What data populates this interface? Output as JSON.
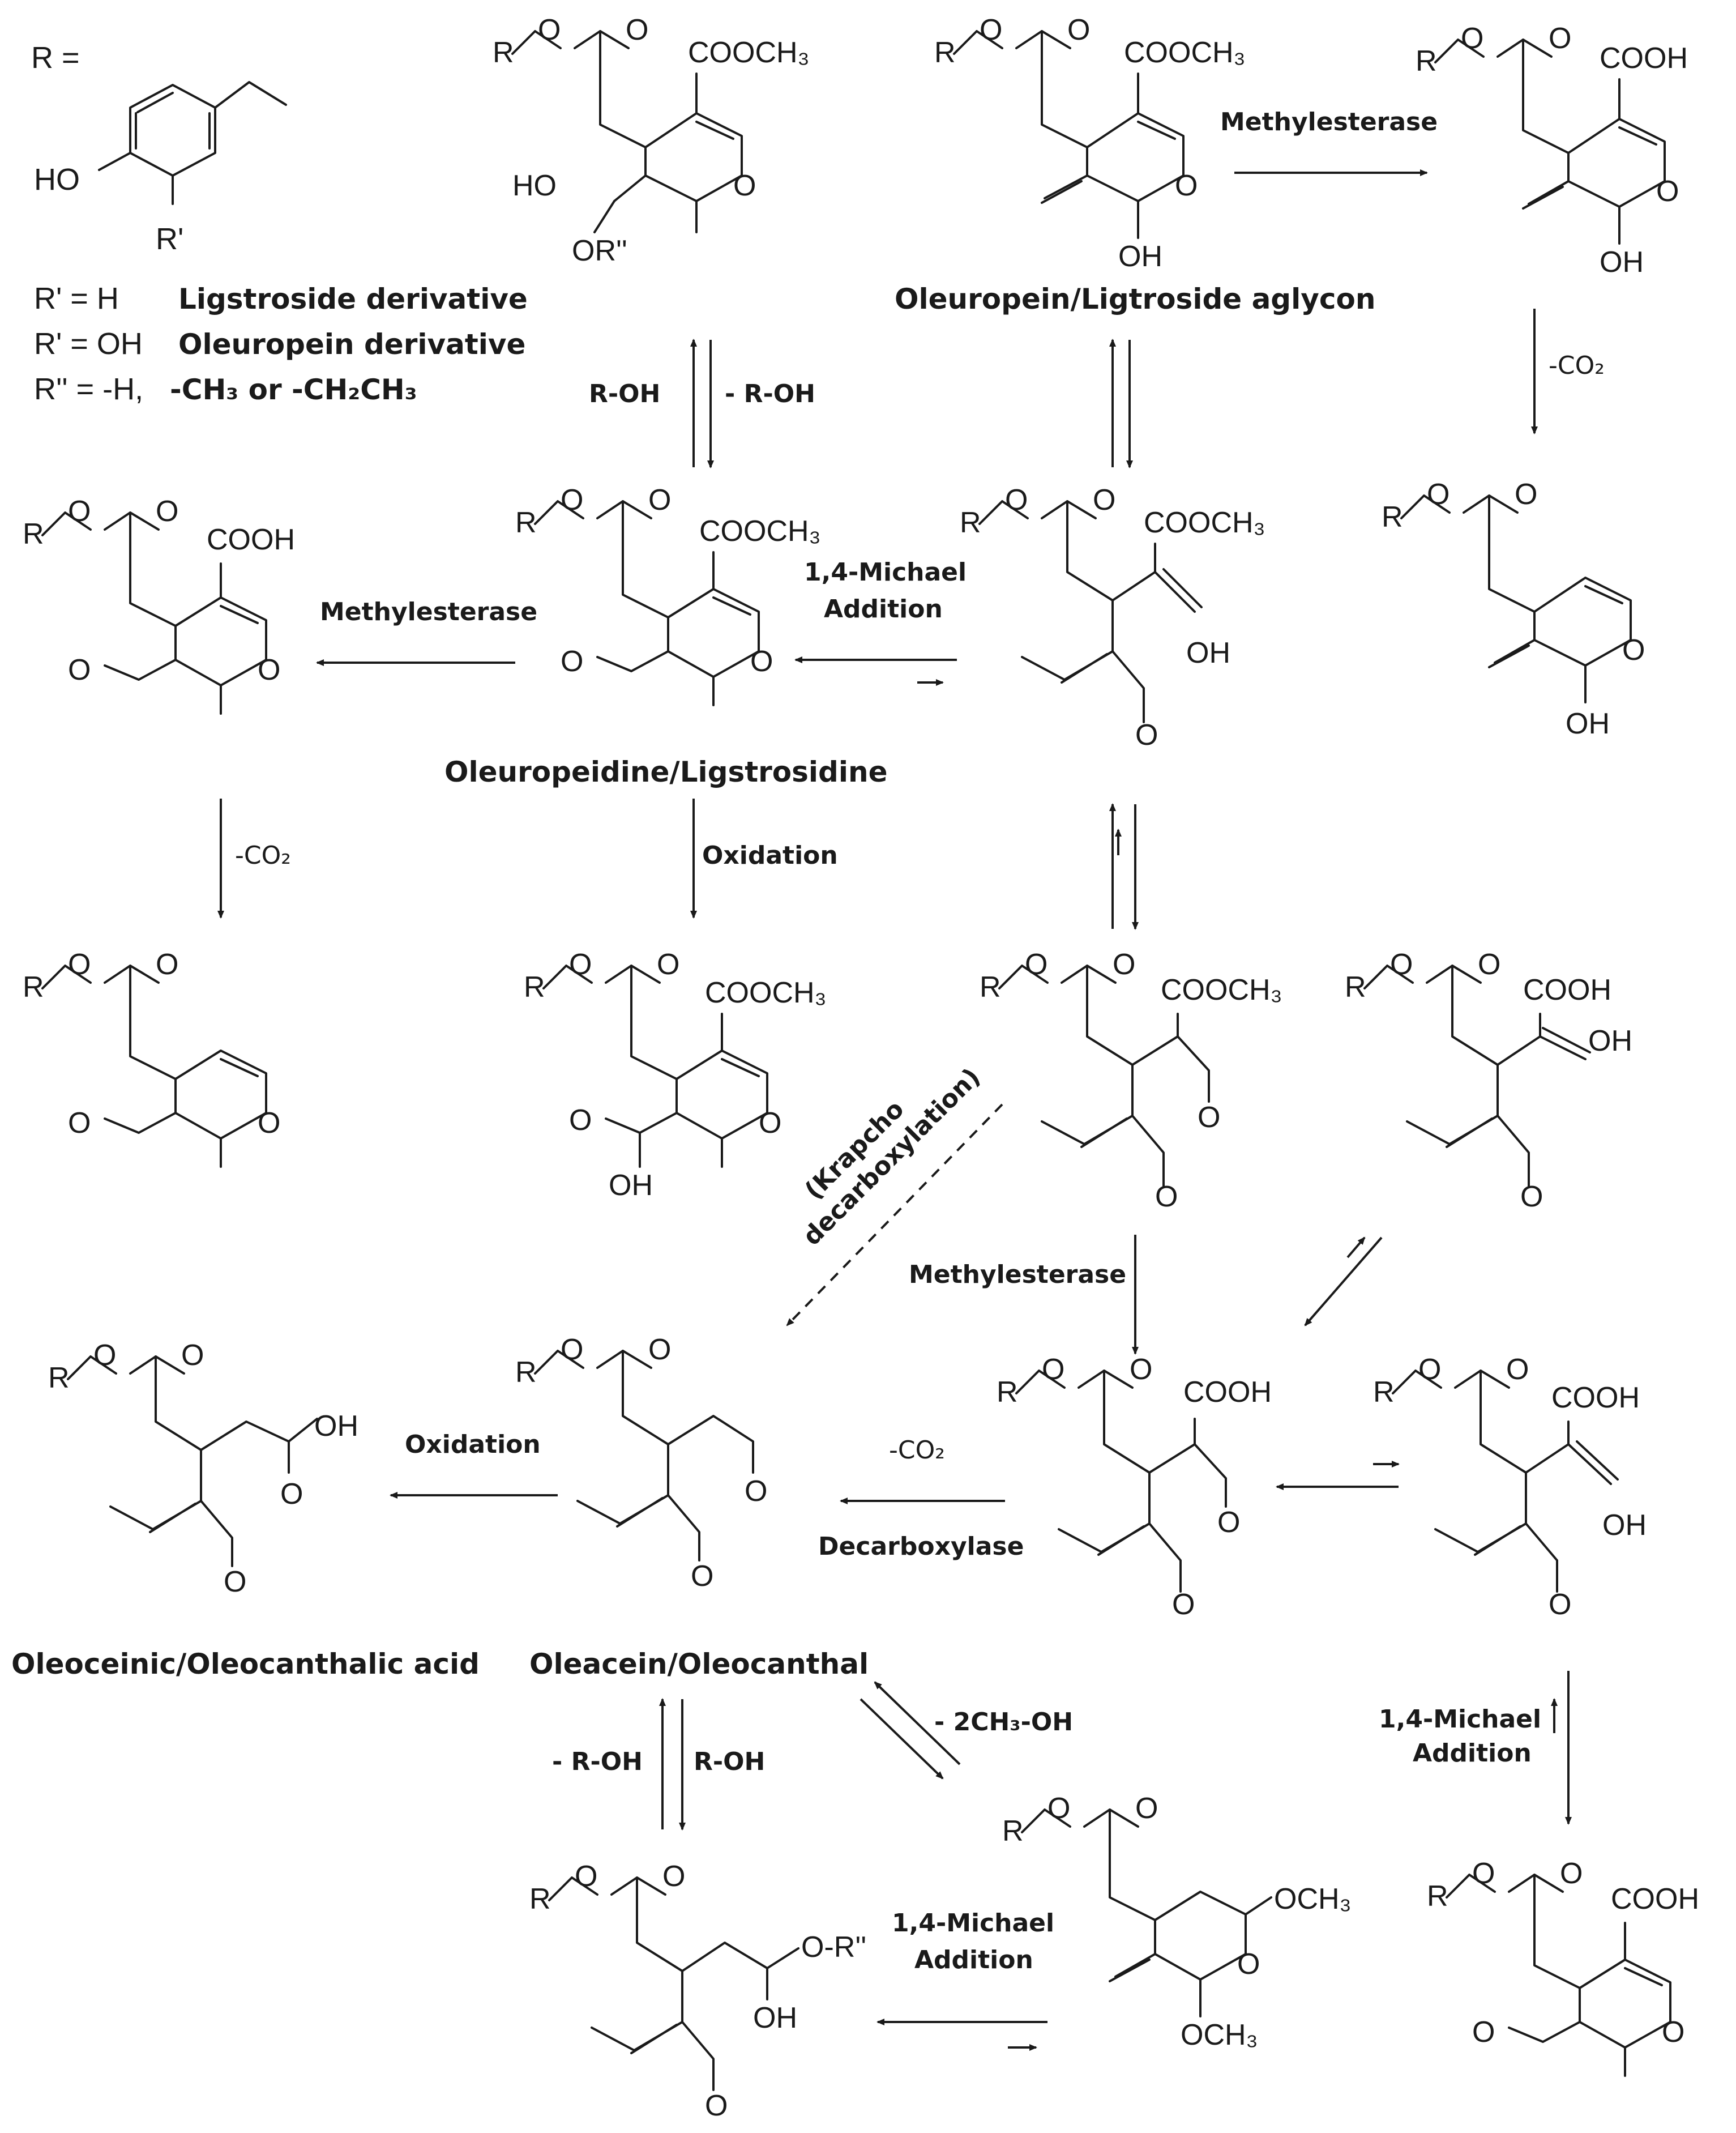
{
  "legend": {
    "r_eq": "R =",
    "ho": "HO",
    "r_prime": "R'",
    "lig_def": "R' = H",
    "lig_name": "Ligstroside derivative",
    "ole_def": "R' = OH",
    "ole_name": "Oleuropein derivative",
    "rpp_def": "R'' = -H,",
    "rpp_opts": "-CH₃ or -CH₂CH₃"
  },
  "atoms": {
    "R": "R",
    "O": "O",
    "OH": "OH",
    "HO": "HO",
    "COOCH3": "COOCH₃",
    "COOH": "COOH",
    "ORpp": "OR''",
    "O_Rpp": "O-R''",
    "OCH3": "OCH₃"
  },
  "compounds": {
    "aglycon": "Oleuropein/Ligtroside aglycon",
    "oleuropeidine": "Oleuropeidine/Ligstrosidine",
    "oleoceinic": "Oleoceinic/Oleocanthalic acid",
    "oleacein": "Oleacein/Oleocanthal"
  },
  "conditions": {
    "methylesterase": "Methylesterase",
    "minus_co2": "-CO₂",
    "r_oh": "R-OH",
    "minus_r_oh": "- R-OH",
    "michael_1": "1,4-Michael",
    "michael_2": "Addition",
    "oxidation": "Oxidation",
    "krapcho_1": "(Krapcho",
    "krapcho_2": "decarboxylation)",
    "decarboxylase": "Decarboxylase",
    "minus_2ch3oh": "- 2CH₃-OH"
  }
}
